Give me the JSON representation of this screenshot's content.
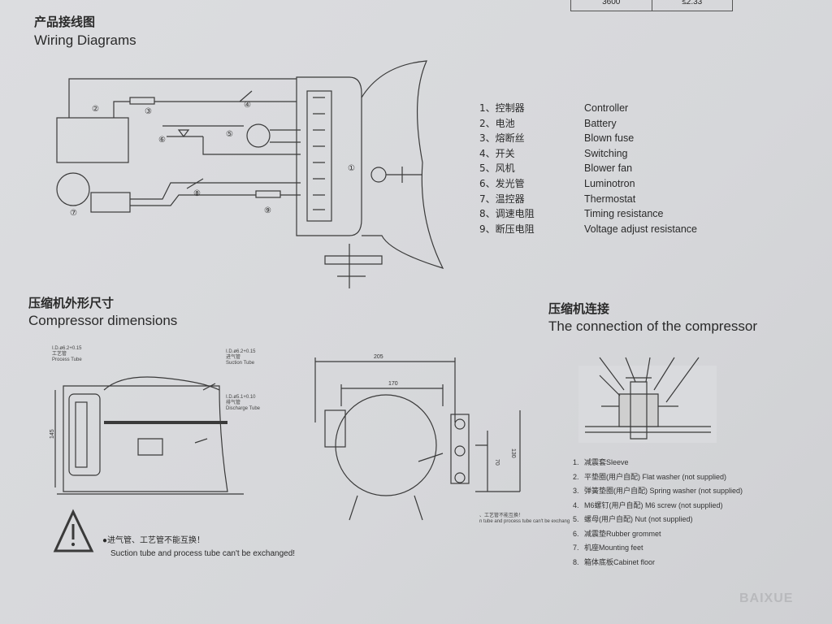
{
  "top_table": {
    "cells": [
      "3600",
      "≤2.33"
    ]
  },
  "wiring": {
    "title_zh": "产品接线图",
    "title_en": "Wiring Diagrams",
    "legend": [
      {
        "zh": "1、控制器",
        "en": "Controller"
      },
      {
        "zh": "2、电池",
        "en": "Battery"
      },
      {
        "zh": "3、熔断丝",
        "en": "Blown fuse"
      },
      {
        "zh": "4、开关",
        "en": "Switching"
      },
      {
        "zh": "5、风机",
        "en": "Blower fan"
      },
      {
        "zh": "6、发光管",
        "en": "Luminotron"
      },
      {
        "zh": "7、温控器",
        "en": "Thermostat"
      },
      {
        "zh": "8、调速电阻",
        "en": "Timing resistance"
      },
      {
        "zh": "9、断压电阻",
        "en": "Voltage adjust resistance"
      }
    ],
    "callouts": [
      "1",
      "2",
      "3",
      "4",
      "5",
      "6",
      "7",
      "8",
      "9"
    ]
  },
  "dimensions": {
    "title_zh": "压缩机外形尺寸",
    "title_en": "Compressor dimensions",
    "process_tube": {
      "spec": "I.D.ø6.2+0.15",
      "zh": "工艺管",
      "en": "Process Tube"
    },
    "suction_tube": {
      "spec": "I.D.ø6.2+0.15",
      "zh": "进气管",
      "en": "Suction Tube"
    },
    "discharge_tube": {
      "spec": "I.D.ø5.1+0.10",
      "zh": "排气管",
      "en": "Discharge Tube"
    },
    "dims": {
      "width_outer": "205",
      "width_inner": "170",
      "height": "145",
      "h1": "70",
      "h2": "130"
    },
    "warning_zh": "●进气管、工艺管不能互换！",
    "warning_en": "Suction tube and process tube can't be exchanged!",
    "small_note_zh": "、工艺管不能互换！",
    "small_note_en": "n tube and process tube can't be exchang"
  },
  "connection": {
    "title_zh": "压缩机连接",
    "title_en": "The connection of the compressor",
    "legend": [
      {
        "num": "1.",
        "text": "减震套Sleeve"
      },
      {
        "num": "2.",
        "text": "平垫圈(用户自配) Flat washer (not supplied)"
      },
      {
        "num": "3.",
        "text": "弹簧垫圈(用户自配) Spring washer (not supplied)"
      },
      {
        "num": "4.",
        "text": "M6螺钉(用户自配) M6 screw (not supplied)"
      },
      {
        "num": "5.",
        "text": "螺母(用户自配) Nut (not supplied)"
      },
      {
        "num": "6.",
        "text": "减震垫Rubber grommet"
      },
      {
        "num": "7.",
        "text": "机座Mounting feet"
      },
      {
        "num": "8.",
        "text": "箱体底板Cabinet floor"
      }
    ]
  },
  "watermark": "BAIXUE"
}
